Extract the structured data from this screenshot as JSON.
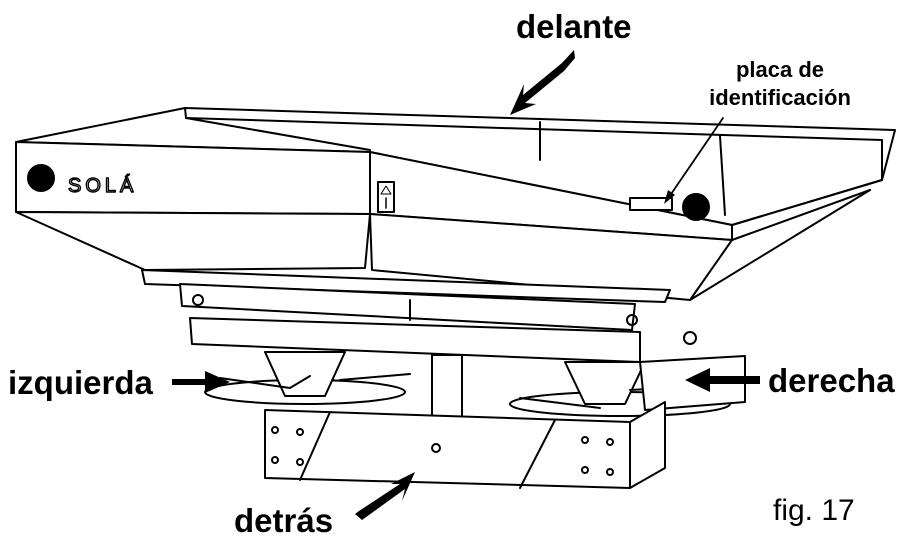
{
  "labels": {
    "front": "delante",
    "plate_line1": "placa de",
    "plate_line2": "identificación",
    "left": "izquierda",
    "right": "derecha",
    "back": "detrás"
  },
  "brand": "SOLÁ",
  "figure_number": "fig. 17",
  "colors": {
    "line": "#000000",
    "background": "#ffffff"
  }
}
